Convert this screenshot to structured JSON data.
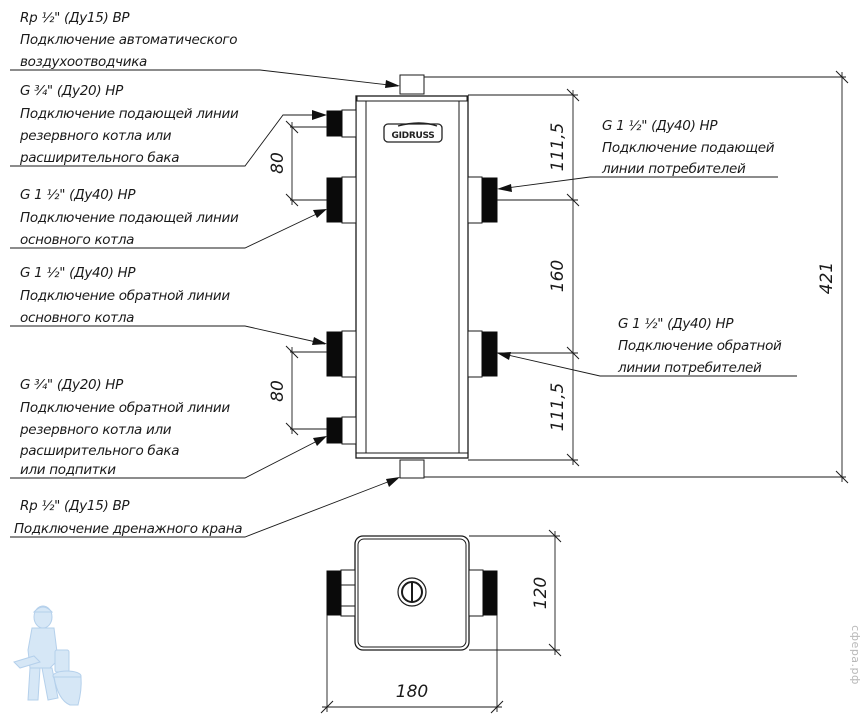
{
  "drawing": {
    "title": "Hydraulic separator (hydro arrow) connection diagram",
    "brand_logo": "GIDRUSS",
    "accent_color": "#1a1a1a",
    "watermark_text": "сфера.рф"
  },
  "callouts": {
    "air_vent": {
      "thread": "Rp ½\" (Ду15) ВР",
      "line1": "Подключение автоматического",
      "line2": "воздухоотводчика"
    },
    "reserve_supply": {
      "thread": "G ¾\" (Ду20) НР",
      "line1": "Подключение подающей линии",
      "line2": "резервного котла или",
      "line3": "расширительного бака"
    },
    "main_supply": {
      "thread": "G 1 ½\" (Ду40) НР",
      "line1": "Подключение подающей линии",
      "line2": "основного котла"
    },
    "main_return": {
      "thread": "G 1 ½\" (Ду40) НР",
      "line1": "Подключение обратной линии",
      "line2": "основного котла"
    },
    "reserve_return": {
      "thread": "G ¾\" (Ду20) НР",
      "line1": "Подключение обратной линии",
      "line2": "резервного котла или",
      "line3": "расширительного бака",
      "line4": "или подпитки"
    },
    "drain": {
      "thread": "Rp ½\" (Ду15) ВР",
      "line1": "Подключение дренажного крана"
    },
    "consumer_supply": {
      "thread": "G 1 ½\" (Ду40) НР",
      "line1": "Подключение подающей",
      "line2": "линии потребителей"
    },
    "consumer_return": {
      "thread": "G 1 ½\" (Ду40) НР",
      "line1": "Подключение обратной",
      "line2": "линии потребителей"
    }
  },
  "dimensions": {
    "overall_height": "421",
    "top_segment": "111,5",
    "middle_segment": "160",
    "bottom_segment": "111,5",
    "upper_left_spacing": "80",
    "lower_left_spacing": "80",
    "plan_width": "180",
    "plan_depth": "120"
  }
}
